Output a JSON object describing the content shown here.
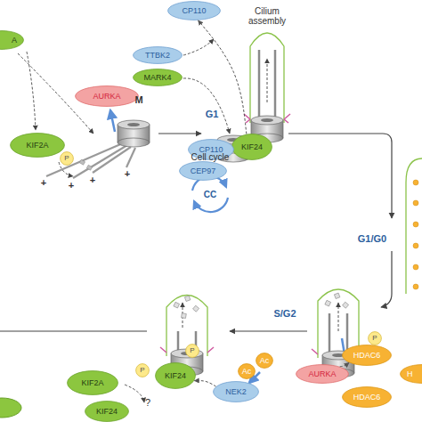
{
  "diagram": {
    "nodes": [
      {
        "text": [
          "A"
        ]
      },
      {
        "text": [
          "CP110"
        ]
      },
      {
        "text": [
          "TTBK2"
        ]
      },
      {
        "text": [
          "MARK4"
        ]
      },
      {
        "text": [
          "AURKA"
        ]
      },
      {
        "text": [
          "KIF2A"
        ]
      },
      {
        "text": [
          "P"
        ]
      },
      {
        "text": [
          "KIF24"
        ]
      },
      {
        "text": [
          "CP110"
        ]
      },
      {
        "text": [
          "CEP97"
        ]
      },
      {
        "text": [
          "P"
        ]
      },
      {
        "text": [
          "P"
        ]
      },
      {
        "text": [
          "HDAC6"
        ]
      },
      {
        "text": [
          "Ac"
        ]
      },
      {
        "text": [
          "Ac"
        ]
      },
      {
        "text": [
          "KIF2A"
        ]
      },
      {
        "text": [
          "KIF24"
        ]
      },
      {
        "text": [
          "P"
        ]
      },
      {
        "text": [
          "AURKA"
        ]
      },
      {
        "text": [
          "H"
        ]
      },
      {
        "text": [
          "NEK2"
        ]
      },
      {
        "text": [
          "HDAC6"
        ]
      },
      {
        "text": [
          "KIF24"
        ]
      }
    ],
    "edges": [
      {
        "from": 7,
        "to": 1,
        "arrow": "to"
      },
      {
        "from": 20,
        "to": 16,
        "arrow": "to"
      },
      {
        "from": 18,
        "to": 12,
        "arrow": "to"
      }
    ],
    "labels": [
      "M",
      "G1",
      "Cilium assembly",
      "Cell cycle",
      "CC",
      "G1/G0",
      "S/G2",
      "?",
      "+",
      "+",
      "+",
      "+"
    ]
  }
}
